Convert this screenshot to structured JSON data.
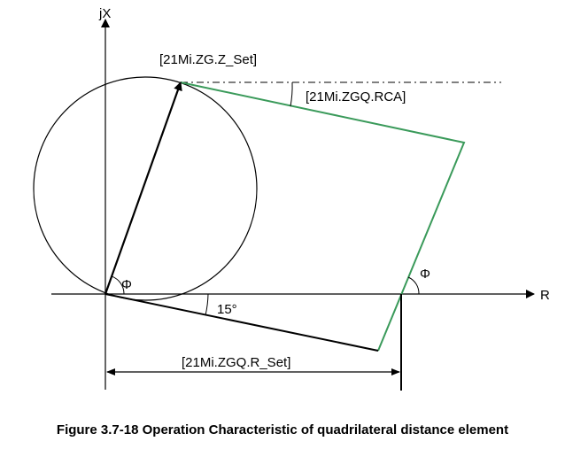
{
  "axes": {
    "x_label": "R",
    "y_label": "jX"
  },
  "labels": {
    "z_set": "[21Mi.ZG.Z_Set]",
    "rca": "[21Mi.ZGQ.RCA]",
    "r_set": "[21Mi.ZGQ.R_Set]",
    "phi_origin": "Φ",
    "phi_right": "Φ",
    "angle_15": "15°"
  },
  "caption": "Figure 3.7-18 Operation Characteristic of quadrilateral distance element",
  "colors": {
    "boundary": "#3a9a5a",
    "lines": "#000000"
  }
}
